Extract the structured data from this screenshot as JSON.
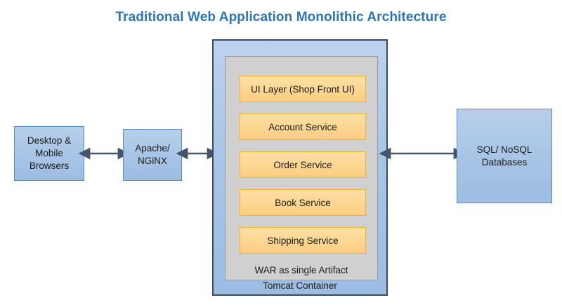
{
  "title": "Traditional Web Application Monolithic Architecture",
  "colors": {
    "title": "#2E75B6",
    "node_fill": "#A8C5E6",
    "node_border": "#5B8CC4",
    "container_border": "#3A4A63",
    "war_fill": "#D0D0D0",
    "war_border": "#9A9A9A",
    "service_fill": "#FCD691",
    "service_border": "#F0B323",
    "arrow": "#44546A",
    "background": "#FFFFFF"
  },
  "nodes": {
    "browsers": {
      "label": "Desktop &\nMobile\nBrowsers"
    },
    "web_server": {
      "label": "Apache/\nNGiNX"
    },
    "database": {
      "label": "SQL/ NoSQL\nDatabases"
    }
  },
  "container": {
    "label": "Tomcat Container",
    "artifact_label": "WAR as single Artifact",
    "services": [
      {
        "label": "UI Layer (Shop Front UI)"
      },
      {
        "label": "Account Service"
      },
      {
        "label": "Order Service"
      },
      {
        "label": "Book Service"
      },
      {
        "label": "Shipping Service"
      }
    ]
  },
  "connectors": [
    {
      "name": "browsers-to-webserver",
      "style": "double-headed"
    },
    {
      "name": "webserver-to-tomcat",
      "style": "double-headed"
    },
    {
      "name": "tomcat-to-database",
      "style": "double-headed"
    }
  ]
}
